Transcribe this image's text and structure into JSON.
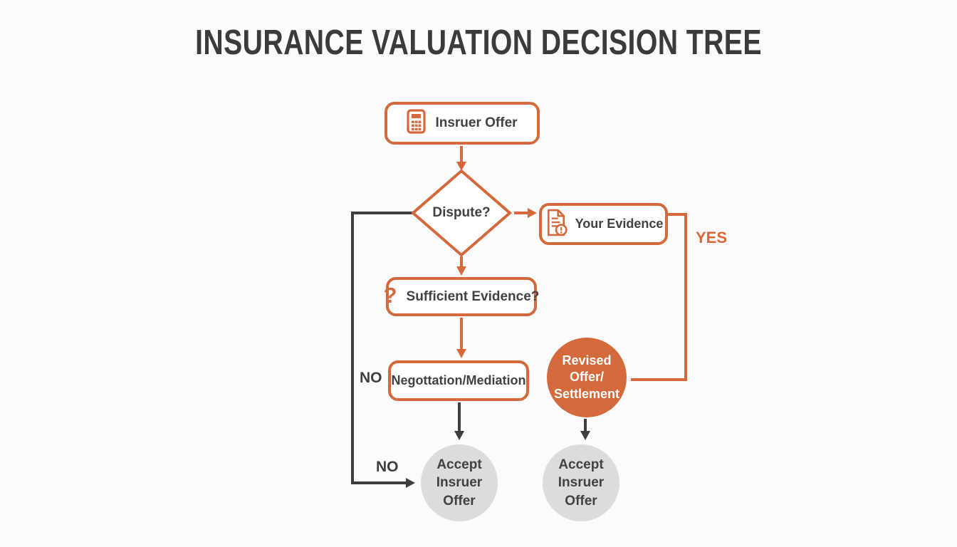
{
  "title": "INSURANCE VALUATION DECISION TREE",
  "colors": {
    "orange": "#D4693B",
    "dark": "#3E3E40",
    "gray_circle": "#DCDCDC",
    "background": "#FBFBFB"
  },
  "nodes": {
    "insurer_offer": {
      "label": "Insruer Offer",
      "icon": "calculator-icon"
    },
    "dispute": {
      "label": "Dispute?"
    },
    "your_evidence": {
      "label": "Your Evidence",
      "icon": "document-alert-icon"
    },
    "sufficient_evidence": {
      "label": "Sufficient Evidence?",
      "icon_glyph": "?"
    },
    "negotiation": {
      "label": "Negottation/Mediation"
    },
    "revised_offer": {
      "label": "Revised\nOffer/\nSettlement"
    },
    "accept_offer_left": {
      "label": "Accept\nInsruer Offer"
    },
    "accept_offer_right": {
      "label": "Accept\nInsruer Offer"
    }
  },
  "edge_labels": {
    "yes": "YES",
    "no_upper": "NO",
    "no_lower": "NO"
  }
}
